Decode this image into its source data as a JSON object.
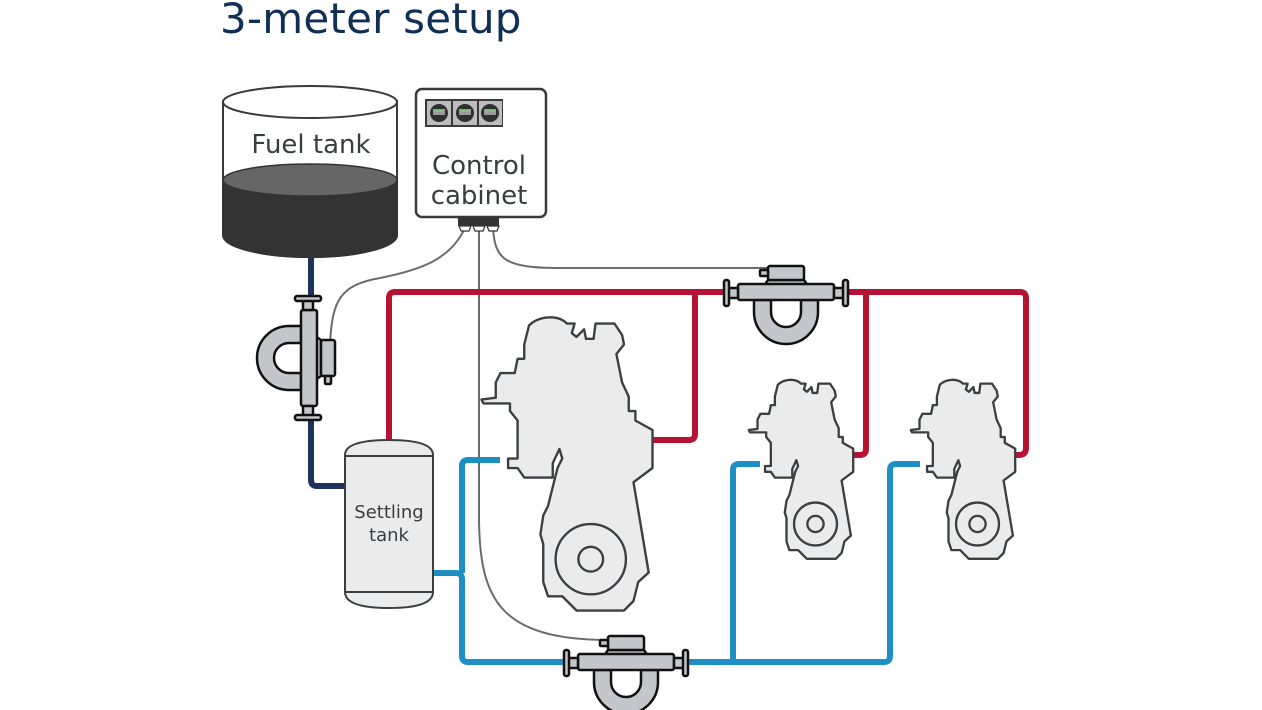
{
  "title": "3-meter setup",
  "components": {
    "fuel_tank": {
      "label": "Fuel tank"
    },
    "control_cabinet": {
      "label_line1": "Control",
      "label_line2": "cabinet",
      "display_count": 3
    },
    "settling_tank": {
      "label_line1": "Settling",
      "label_line2": "tank"
    },
    "engines": [
      {
        "name": "main-engine",
        "size": "large"
      },
      {
        "name": "auxiliary-engine-1",
        "size": "small"
      },
      {
        "name": "auxiliary-engine-2",
        "size": "small"
      }
    ],
    "flow_meters": [
      {
        "name": "flow-meter-supply-from-fuel-tank",
        "orientation": "vertical"
      },
      {
        "name": "flow-meter-return-line",
        "orientation": "horizontal"
      },
      {
        "name": "flow-meter-engine-supply",
        "orientation": "horizontal"
      }
    ]
  },
  "colors": {
    "title": "#0f2f56",
    "supply_pipe_fuel_tank": "#1f3358",
    "return_pipe": "#b51234",
    "engine_supply_pipe": "#1e8fc4",
    "signal_wire": "#6b6b6b",
    "fuel": "#333333",
    "fuel_surface": "#666666"
  }
}
